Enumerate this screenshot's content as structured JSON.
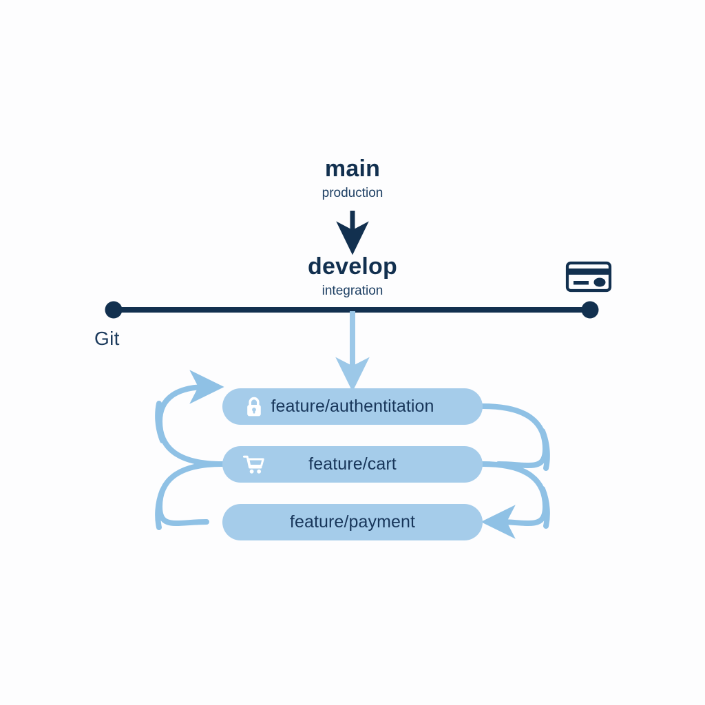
{
  "diagram": {
    "title_branches": [
      {
        "id": "main",
        "name": "main",
        "role": "production"
      },
      {
        "id": "develop",
        "name": "develop",
        "role": "integration"
      }
    ],
    "axis": {
      "caption": "Git",
      "left_node_label": "",
      "right_node_label": "",
      "right_icon": "credit-card-icon",
      "color": "#12304f"
    },
    "feature_branches": [
      {
        "id": "auth",
        "label": "feature/authentitation",
        "icon": "lock-icon"
      },
      {
        "id": "cart",
        "label": "feature/cart",
        "icon": "shopping-cart-icon"
      },
      {
        "id": "payment",
        "label": "feature/payment",
        "icon": "none"
      }
    ],
    "arrows": [
      {
        "id": "main-to-develop",
        "from": "main",
        "to": "develop",
        "color": "#12304f"
      },
      {
        "id": "develop-to-auth",
        "from": "develop",
        "to": "auth",
        "color": "#9cc8e8"
      },
      {
        "id": "loop-left-into-auth",
        "from": "cart",
        "to": "auth",
        "color": "#8fc1e5"
      },
      {
        "id": "loop-right-into-payment",
        "from": "auth",
        "to": "payment",
        "color": "#8fc1e5"
      }
    ],
    "colors": {
      "background": "#fdfdfe",
      "dark_navy": "#12304f",
      "pill_fill": "#a5ccea",
      "pill_text": "#18365a",
      "light_blue_arrow": "#9cc8e8",
      "icon_white": "#ffffff"
    }
  }
}
